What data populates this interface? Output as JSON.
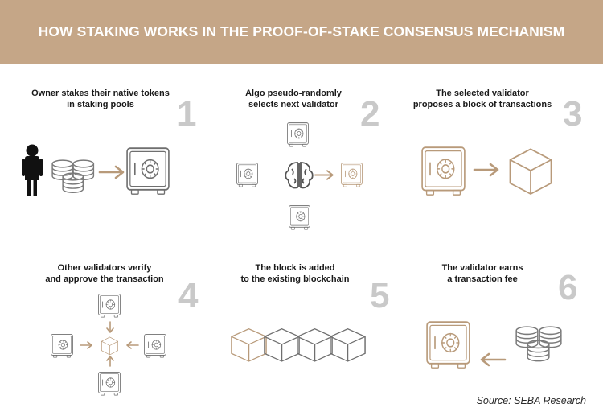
{
  "title": "HOW STAKING WORKS IN THE PROOF-OF-STAKE CONSENSUS MECHANISM",
  "steps": [
    {
      "number": "1",
      "caption": "Owner stakes their native tokens\nin staking pools"
    },
    {
      "number": "2",
      "caption": "Algo pseudo-randomly\nselects next validator"
    },
    {
      "number": "3",
      "caption": "The selected validator\nproposes a block of transactions"
    },
    {
      "number": "4",
      "caption": "Other validators verify\nand approve the transaction"
    },
    {
      "number": "5",
      "caption": "The block is added\nto the existing blockchain"
    },
    {
      "number": "6",
      "caption": "The validator earns\na transaction fee"
    }
  ],
  "source": "Source: SEBA Research",
  "colors": {
    "accent": "#c5a687",
    "icon_gray": "#6f6f6f",
    "icon_tan": "#b89a7a",
    "number_gray": "#c9c9c9"
  },
  "icons": [
    "person-icon",
    "coin-stack-icon",
    "safe-icon",
    "brain-icon",
    "block-cube-icon",
    "arrow-icon"
  ]
}
